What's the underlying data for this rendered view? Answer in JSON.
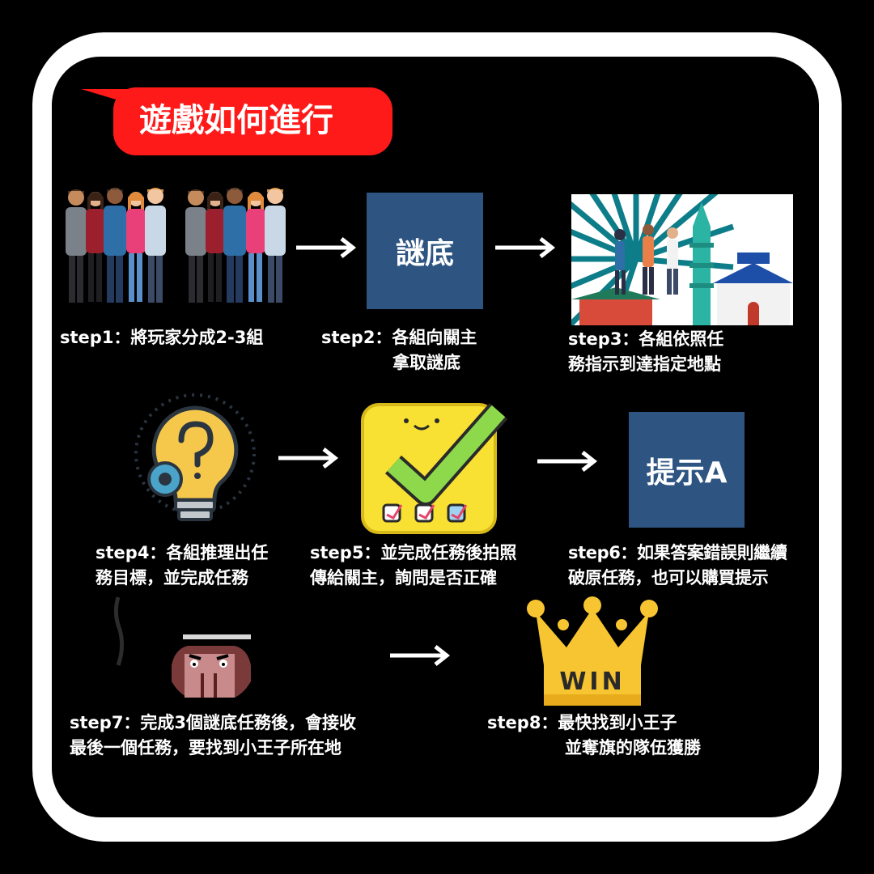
{
  "title": "遊戲如何進行",
  "steps": {
    "s1": {
      "l1": "step1：將玩家分成2-3組"
    },
    "s2": {
      "l1": "step2：各組向關主",
      "l2": "拿取謎底"
    },
    "s3": {
      "l1": "step3：各組依照任",
      "l2": "務指示到達指定地點"
    },
    "s4": {
      "l1": "step4：各組推理出任",
      "l2": "務目標，並完成任務"
    },
    "s5": {
      "l1": "step5：並完成任務後拍照",
      "l2": "傳給關主，詢問是否正確"
    },
    "s6": {
      "l1": "step6：如果答案錯誤則繼續",
      "l2": "破原任務，也可以購買提示"
    },
    "s7": {
      "l1": "step7：完成3個謎底任務後，會接收",
      "l2": "最後一個任務，要找到小王子所在地"
    },
    "s8": {
      "l1": "step8：最快找到小王子",
      "l2": "並奪旗的隊伍獲勝"
    }
  },
  "box_riddle": "謎底",
  "box_hint": "提示A",
  "crown_text": "WIN",
  "colors": {
    "title_bg": "#ff1a1a",
    "box": "#2e5582",
    "crown": "#f7c531",
    "bulb": "#f5c84c",
    "sticker": "#f8e132",
    "check": "#8ed94b"
  }
}
